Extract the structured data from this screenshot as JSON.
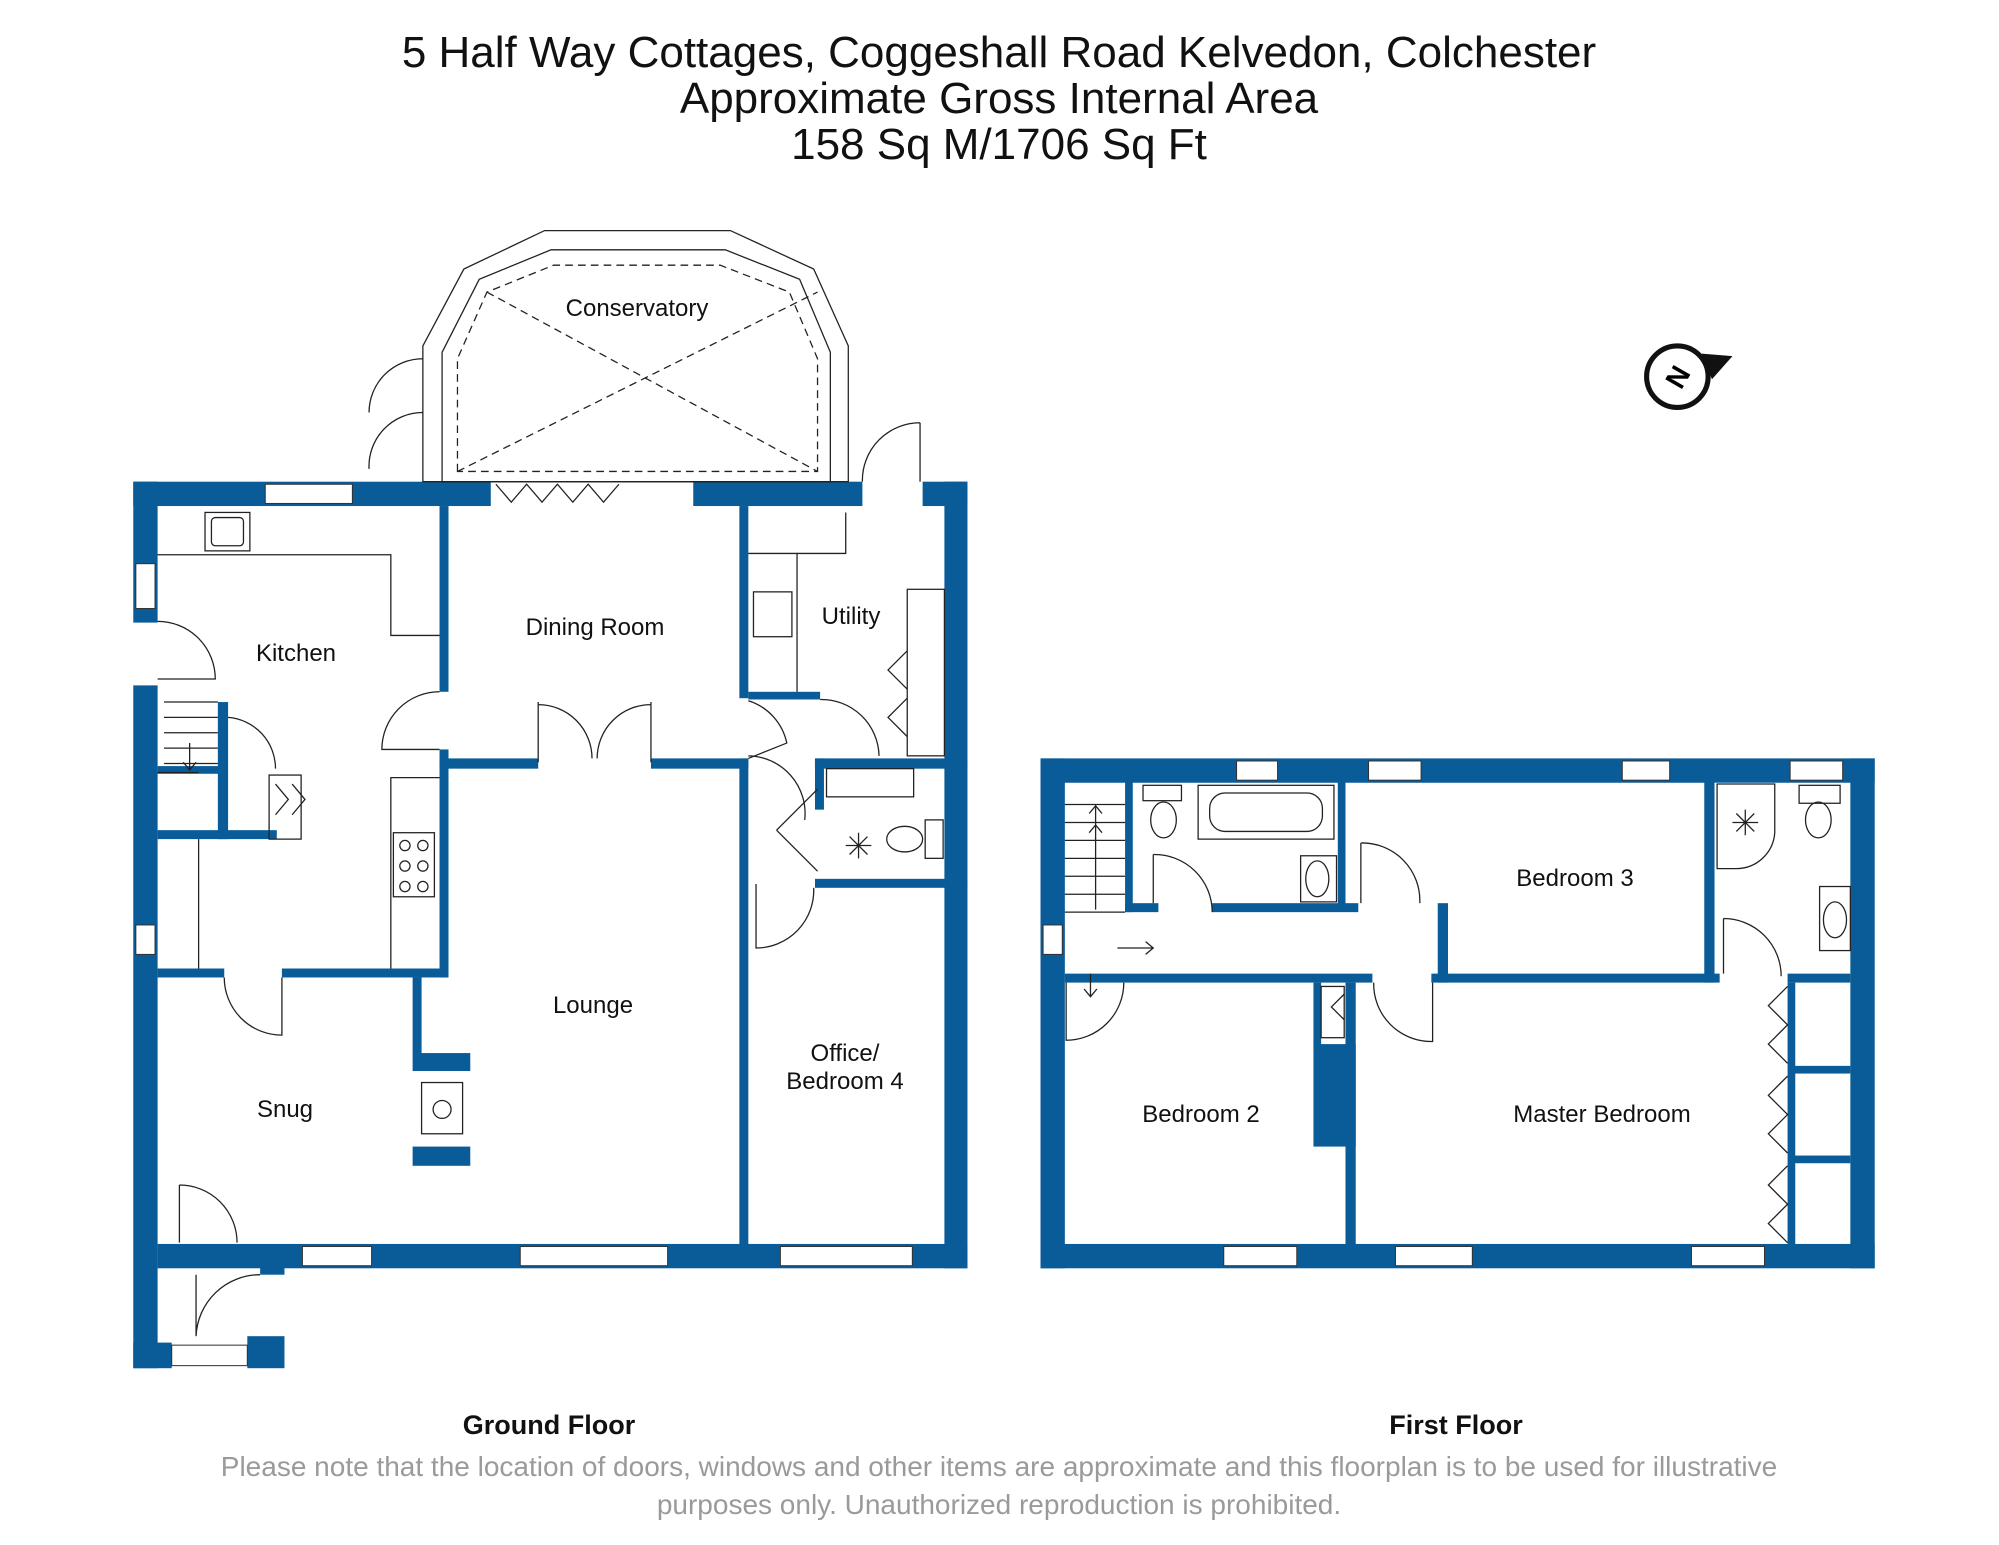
{
  "header": {
    "address": "5 Half Way Cottages, Coggeshall Road Kelvedon, Colchester",
    "subtitle": "Approximate Gross Internal Area",
    "area": "158 Sq M/1706 Sq Ft"
  },
  "ground_floor": {
    "label": "Ground Floor",
    "rooms": [
      "Conservatory",
      "Kitchen",
      "Dining Room",
      "Utility",
      "Lounge",
      "Snug",
      "Office/",
      "Bedroom 4"
    ]
  },
  "first_floor": {
    "label": "First Floor",
    "rooms": [
      "Bedroom 3",
      "Bedroom 2",
      "Master Bedroom"
    ]
  },
  "compass": {
    "letter": "N"
  },
  "disclaimer": {
    "line1": "Please note that the location of doors, windows and other items are approximate and this floorplan is to be used for illustrative",
    "line2": "purposes only. Unauthorized reproduction is prohibited."
  },
  "colors": {
    "wall": "#0a5c98"
  }
}
